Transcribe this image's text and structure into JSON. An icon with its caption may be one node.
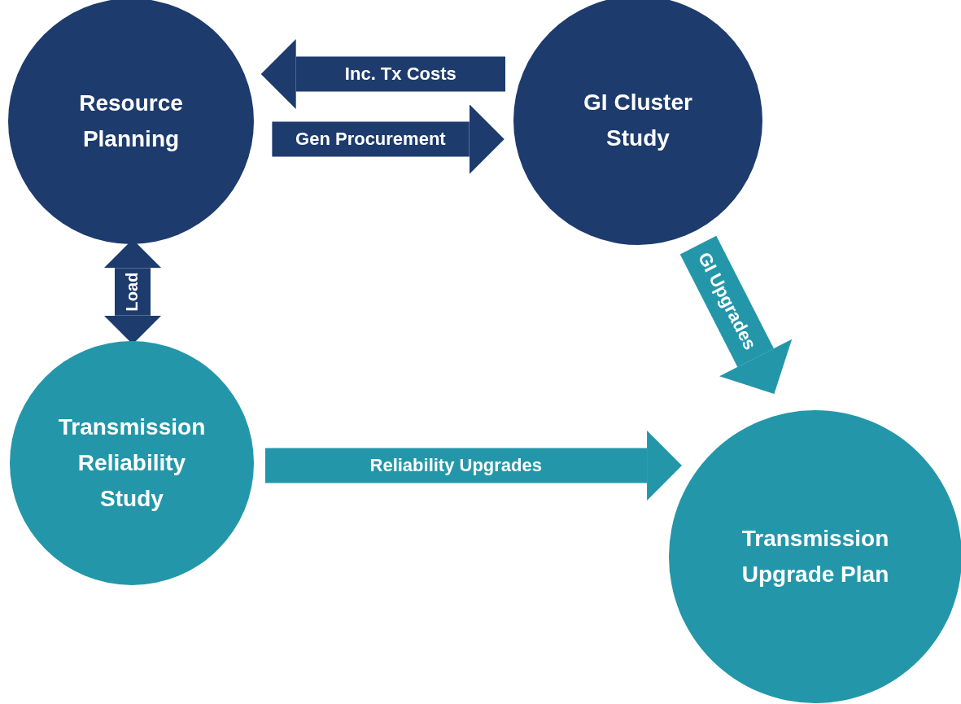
{
  "diagram": {
    "nodes": [
      {
        "text": [
          "Resource Planning"
        ]
      },
      {
        "text": [
          "GI Cluster Study"
        ]
      },
      {
        "text": [
          "Transmission Reliability Study"
        ]
      },
      {
        "text": [
          "Transmission Upgrade Plan"
        ]
      }
    ],
    "edges": [
      {
        "from": 1,
        "to": 0,
        "arrow": "to",
        "label": "Inc. Tx Costs"
      },
      {
        "from": 0,
        "to": 1,
        "arrow": "to",
        "label": "Gen Procurement"
      },
      {
        "from": 0,
        "to": 2,
        "arrow": "both",
        "label": "Load"
      },
      {
        "from": 1,
        "to": 3,
        "arrow": "to",
        "label": "GI Upgrades",
        "color": "#2397a9"
      },
      {
        "from": 2,
        "to": 3,
        "arrow": "to",
        "label": "Reliability Upgrades",
        "color": "#2397a9"
      }
    ]
  }
}
